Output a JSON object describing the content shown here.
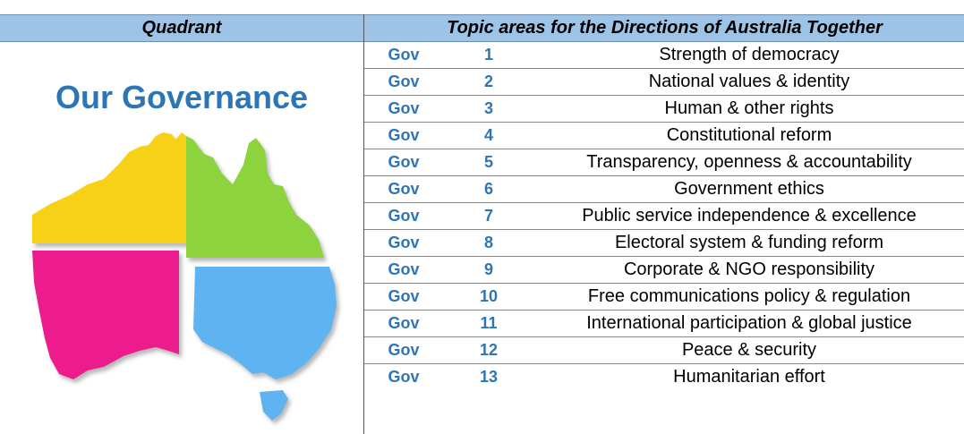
{
  "header": {
    "quadrant_label": "Quadrant",
    "topics_label": "Topic areas for the Directions of Australia Together"
  },
  "quadrant": {
    "title": "Our Governance",
    "colors": {
      "yellow": "#f7d117",
      "green": "#8cd33d",
      "pink": "#ec1f8c",
      "blue": "#5fb3f0"
    }
  },
  "rows": [
    {
      "code": "Gov",
      "num": "1",
      "topic": "Strength of democracy"
    },
    {
      "code": "Gov",
      "num": "2",
      "topic": "National values & identity"
    },
    {
      "code": "Gov",
      "num": "3",
      "topic": "Human & other rights"
    },
    {
      "code": "Gov",
      "num": "4",
      "topic": "Constitutional reform"
    },
    {
      "code": "Gov",
      "num": "5",
      "topic": "Transparency, openness & accountability"
    },
    {
      "code": "Gov",
      "num": "6",
      "topic": "Government ethics"
    },
    {
      "code": "Gov",
      "num": "7",
      "topic": "Public service independence & excellence"
    },
    {
      "code": "Gov",
      "num": "8",
      "topic": "Electoral system & funding reform"
    },
    {
      "code": "Gov",
      "num": "9",
      "topic": "Corporate & NGO responsibility"
    },
    {
      "code": "Gov",
      "num": "10",
      "topic": "Free communications policy & regulation"
    },
    {
      "code": "Gov",
      "num": "11",
      "topic": "International participation & global justice"
    },
    {
      "code": "Gov",
      "num": "12",
      "topic": "Peace & security"
    },
    {
      "code": "Gov",
      "num": "13",
      "topic": "Humanitarian effort"
    }
  ]
}
